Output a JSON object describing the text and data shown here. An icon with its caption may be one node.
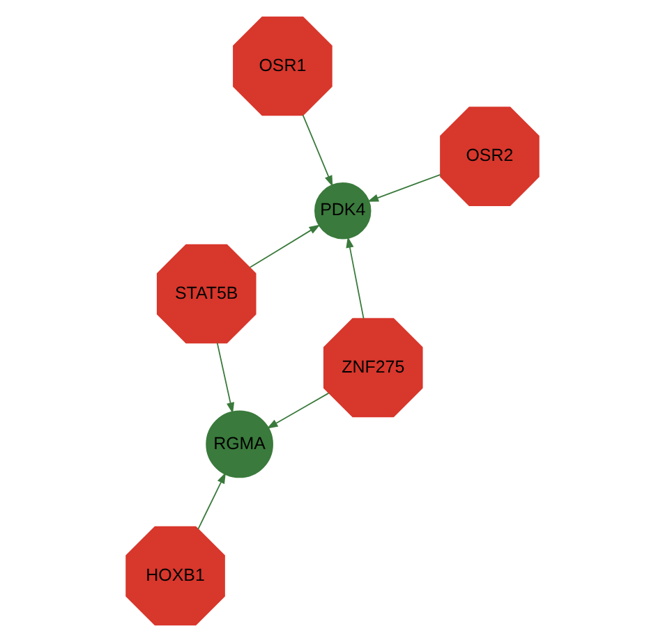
{
  "diagram": {
    "nodes": [
      {
        "text": [
          "STAT5B"
        ]
      },
      {
        "text": [
          "ZNF275"
        ]
      },
      {
        "text": [
          "PDK4"
        ]
      },
      {
        "text": [
          "OSR1"
        ]
      },
      {
        "text": [
          "OSR2"
        ]
      },
      {
        "text": [
          "RGMA"
        ]
      },
      {
        "text": [
          "HOXB1"
        ]
      }
    ],
    "edges": [
      {
        "from": 0,
        "to": 2,
        "arrow": "to"
      },
      {
        "from": 0,
        "to": 5,
        "arrow": "to"
      },
      {
        "from": 1,
        "to": 2,
        "arrow": "to"
      },
      {
        "from": 1,
        "to": 5,
        "arrow": "to"
      },
      {
        "from": 3,
        "to": 2,
        "arrow": "to"
      },
      {
        "from": 4,
        "to": 2,
        "arrow": "to"
      },
      {
        "from": 6,
        "to": 5,
        "arrow": "to"
      }
    ]
  }
}
